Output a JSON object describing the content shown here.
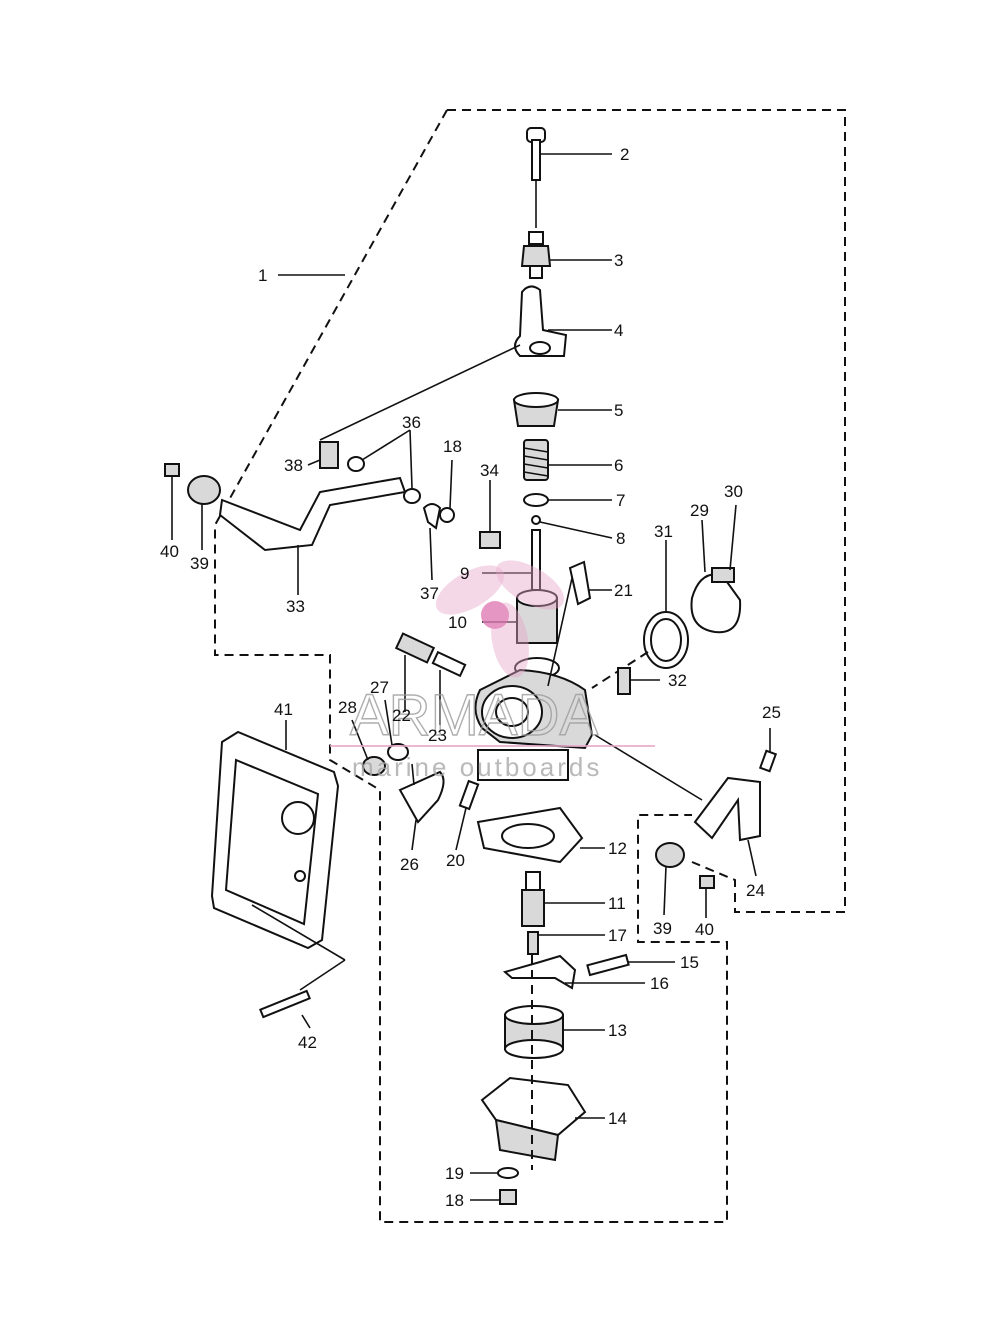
{
  "diagram": {
    "callouts": [
      "1",
      "2",
      "3",
      "4",
      "5",
      "6",
      "7",
      "8",
      "9",
      "10",
      "11",
      "12",
      "13",
      "14",
      "15",
      "16",
      "17",
      "18",
      "19",
      "20",
      "21",
      "22",
      "23",
      "24",
      "25",
      "26",
      "27",
      "28",
      "29",
      "30",
      "31",
      "32",
      "33",
      "34",
      "36",
      "37",
      "38",
      "39",
      "40",
      "41",
      "42"
    ],
    "watermark": {
      "brand": "ARMADA",
      "tagline": "marine outboards",
      "accent_color": "#e8a6c8"
    }
  }
}
